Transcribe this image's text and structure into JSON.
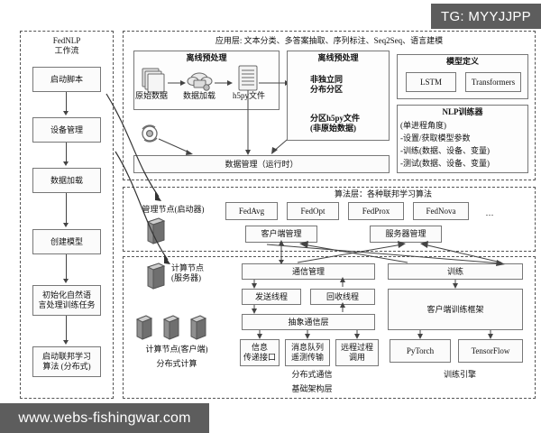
{
  "watermarks": {
    "telegram": "TG: MYYJJPP",
    "site": "www.webs-fishingwar.com"
  },
  "workflow_panel": {
    "title": "FedNLP\n工作流",
    "steps": [
      {
        "label": "启动脚本"
      },
      {
        "label": "设备管理"
      },
      {
        "label": "数据加载"
      },
      {
        "label": "创建模型"
      },
      {
        "label": "初始化自然语\n言处理训练任务"
      },
      {
        "label": "启动联邦学习\n算法 (分布式)"
      }
    ]
  },
  "application_layer": {
    "title": "应用层: 文本分类、多答案抽取、序列标注、Seq2Seq、语言建模",
    "offline_left": {
      "title": "离线预处理",
      "nodes": [
        {
          "icon": "stacked-data-icon",
          "label": "原始数据"
        },
        {
          "icon": "cloud-load-icon",
          "label": "数据加载"
        },
        {
          "icon": "file-icon",
          "label": "h5py文件"
        }
      ]
    },
    "offline_right": {
      "title": "离线预处理",
      "nodes": [
        {
          "icon": "pie-chart-icon",
          "label": "非独立同\n分布分区"
        },
        {
          "icon": "database-icon",
          "label": "分区h5py文件\n(非原始数据)"
        }
      ]
    },
    "runtime_box": "数据管理（运行时）",
    "runtime_icon": "refresh-cycle-icon",
    "model_definition": {
      "title": "模型定义",
      "items": [
        "LSTM",
        "Transformers"
      ]
    },
    "nlp_trainer": {
      "title": "NLP训练器",
      "lines": [
        "(单进程角度)",
        "-设置/获取模型参数",
        "-训练(数据、设备、变量)",
        "-测试(数据、设备、变量)"
      ]
    }
  },
  "algorithm_layer": {
    "title": "算法层：各种联邦学习算法",
    "manager_node": {
      "icon": "server-icon",
      "label": "管理节点(启动器)"
    },
    "algorithms": [
      "FedAvg",
      "FedOpt",
      "FedProx",
      "FedNova"
    ],
    "ellipsis": "…",
    "managers": [
      "客户端管理",
      "服务器管理"
    ]
  },
  "infrastructure_layer": {
    "compute_server": {
      "icon": "server-icon",
      "label": "计算节点\n(服务器)"
    },
    "compute_clients": {
      "icon": "server-icon",
      "label": "计算节点(客户端)"
    },
    "distributed_compute": "分布式计算",
    "communication": {
      "manager": "通信管理",
      "threads": [
        "发送线程",
        "回收线程"
      ],
      "abstract_layer": "抽象通信层",
      "transports": [
        "信息\n传递接口",
        "消息队列\n遥测传输",
        "远程过程\n调用"
      ],
      "caption": "分布式通信"
    },
    "training": {
      "header": "训练",
      "framework": "客户端训练框架",
      "engines": [
        "PyTorch",
        "TensorFlow"
      ],
      "caption": "训练引擎"
    },
    "caption": "基础架构层"
  },
  "colors": {
    "box_border": "#777777",
    "panel_border": "#555555",
    "arrow": "#444444",
    "watermark_bg": "#5d5d5d"
  }
}
